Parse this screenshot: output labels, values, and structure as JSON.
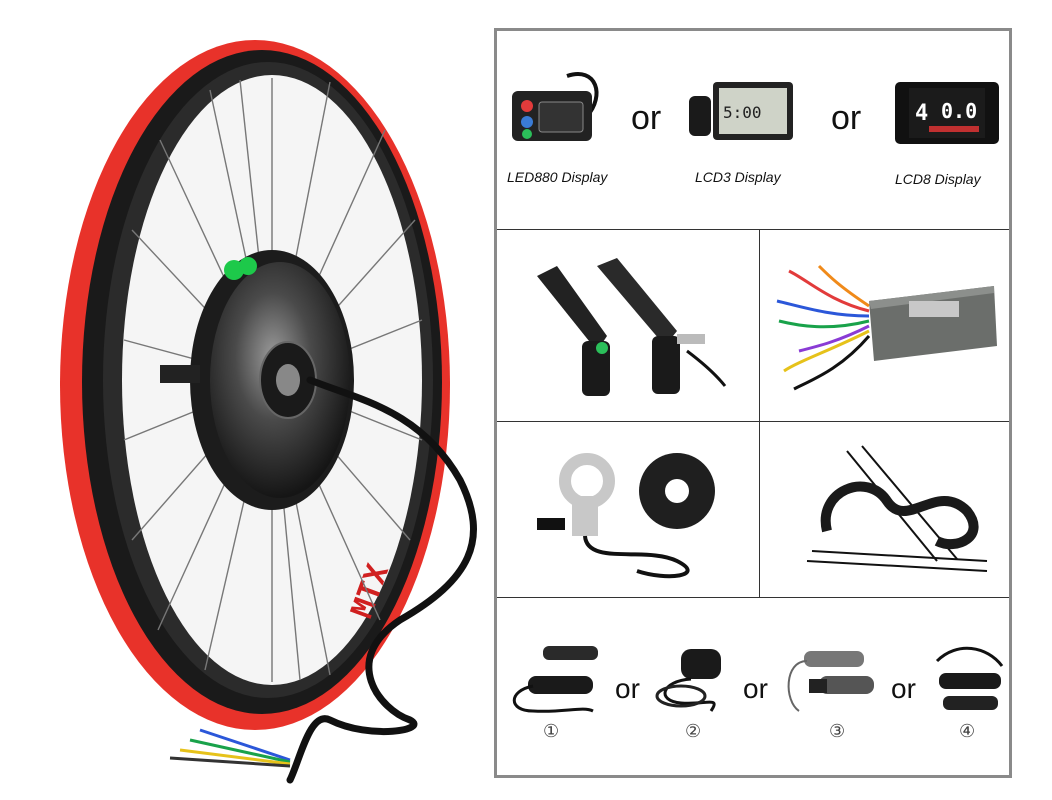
{
  "displays": {
    "led880_label": "LED880 Display",
    "lcd3_label": "LCD3 Display",
    "lcd8_label": "LCD8 Display",
    "or_1": "or",
    "or_2": "or",
    "lcd8_speed_reading": "0.0",
    "lcd8_level_reading": "4"
  },
  "throttles": {
    "or_1": "or",
    "or_2": "or",
    "or_3": "or",
    "option_1": "①",
    "option_2": "②",
    "option_3": "③",
    "option_4": "④"
  },
  "colors": {
    "rim_red": "#e8322a",
    "rim_black": "#1a1a1a",
    "motor_gray": "#2b2b2b",
    "panel_border": "#8a8a8a",
    "controller_gray": "#6b6e6b"
  }
}
